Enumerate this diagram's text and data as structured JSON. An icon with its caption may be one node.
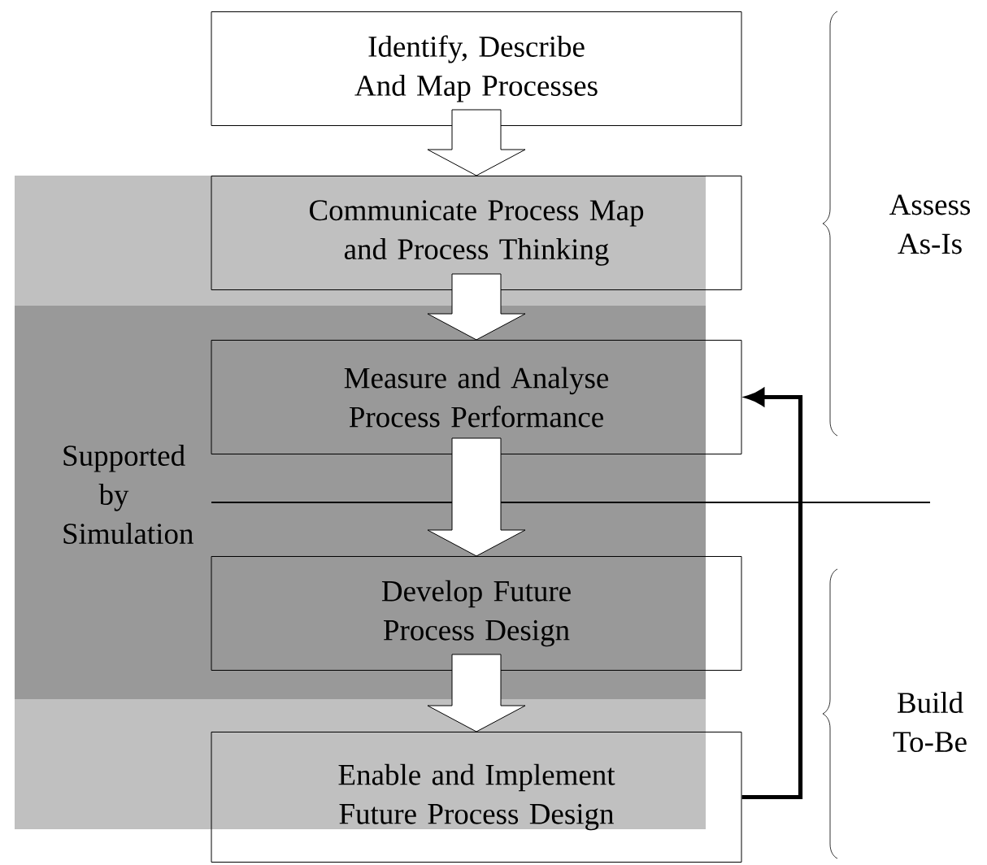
{
  "diagram": {
    "nodes": [
      {
        "text": [
          "Identify, Describe And Map Processes"
        ]
      },
      {
        "text": [
          "Communicate Process Map and Process Thinking"
        ]
      },
      {
        "text": [
          "Measure and Analyse Process Performance"
        ]
      },
      {
        "text": [
          "Develop Future Process Design"
        ]
      },
      {
        "text": [
          "Enable and Implement Future Process Design"
        ]
      }
    ],
    "edges": [
      {
        "from": 0,
        "to": 1,
        "arrow": "to"
      },
      {
        "from": 1,
        "to": 2,
        "arrow": "to"
      },
      {
        "from": 2,
        "to": 3,
        "arrow": "to"
      },
      {
        "from": 3,
        "to": 4,
        "arrow": "to"
      },
      {
        "from": 4,
        "to": 2,
        "arrow": "to"
      }
    ],
    "labels": [
      "Supported by Simulation",
      "Assess As-Is",
      "Build To-Be"
    ]
  }
}
